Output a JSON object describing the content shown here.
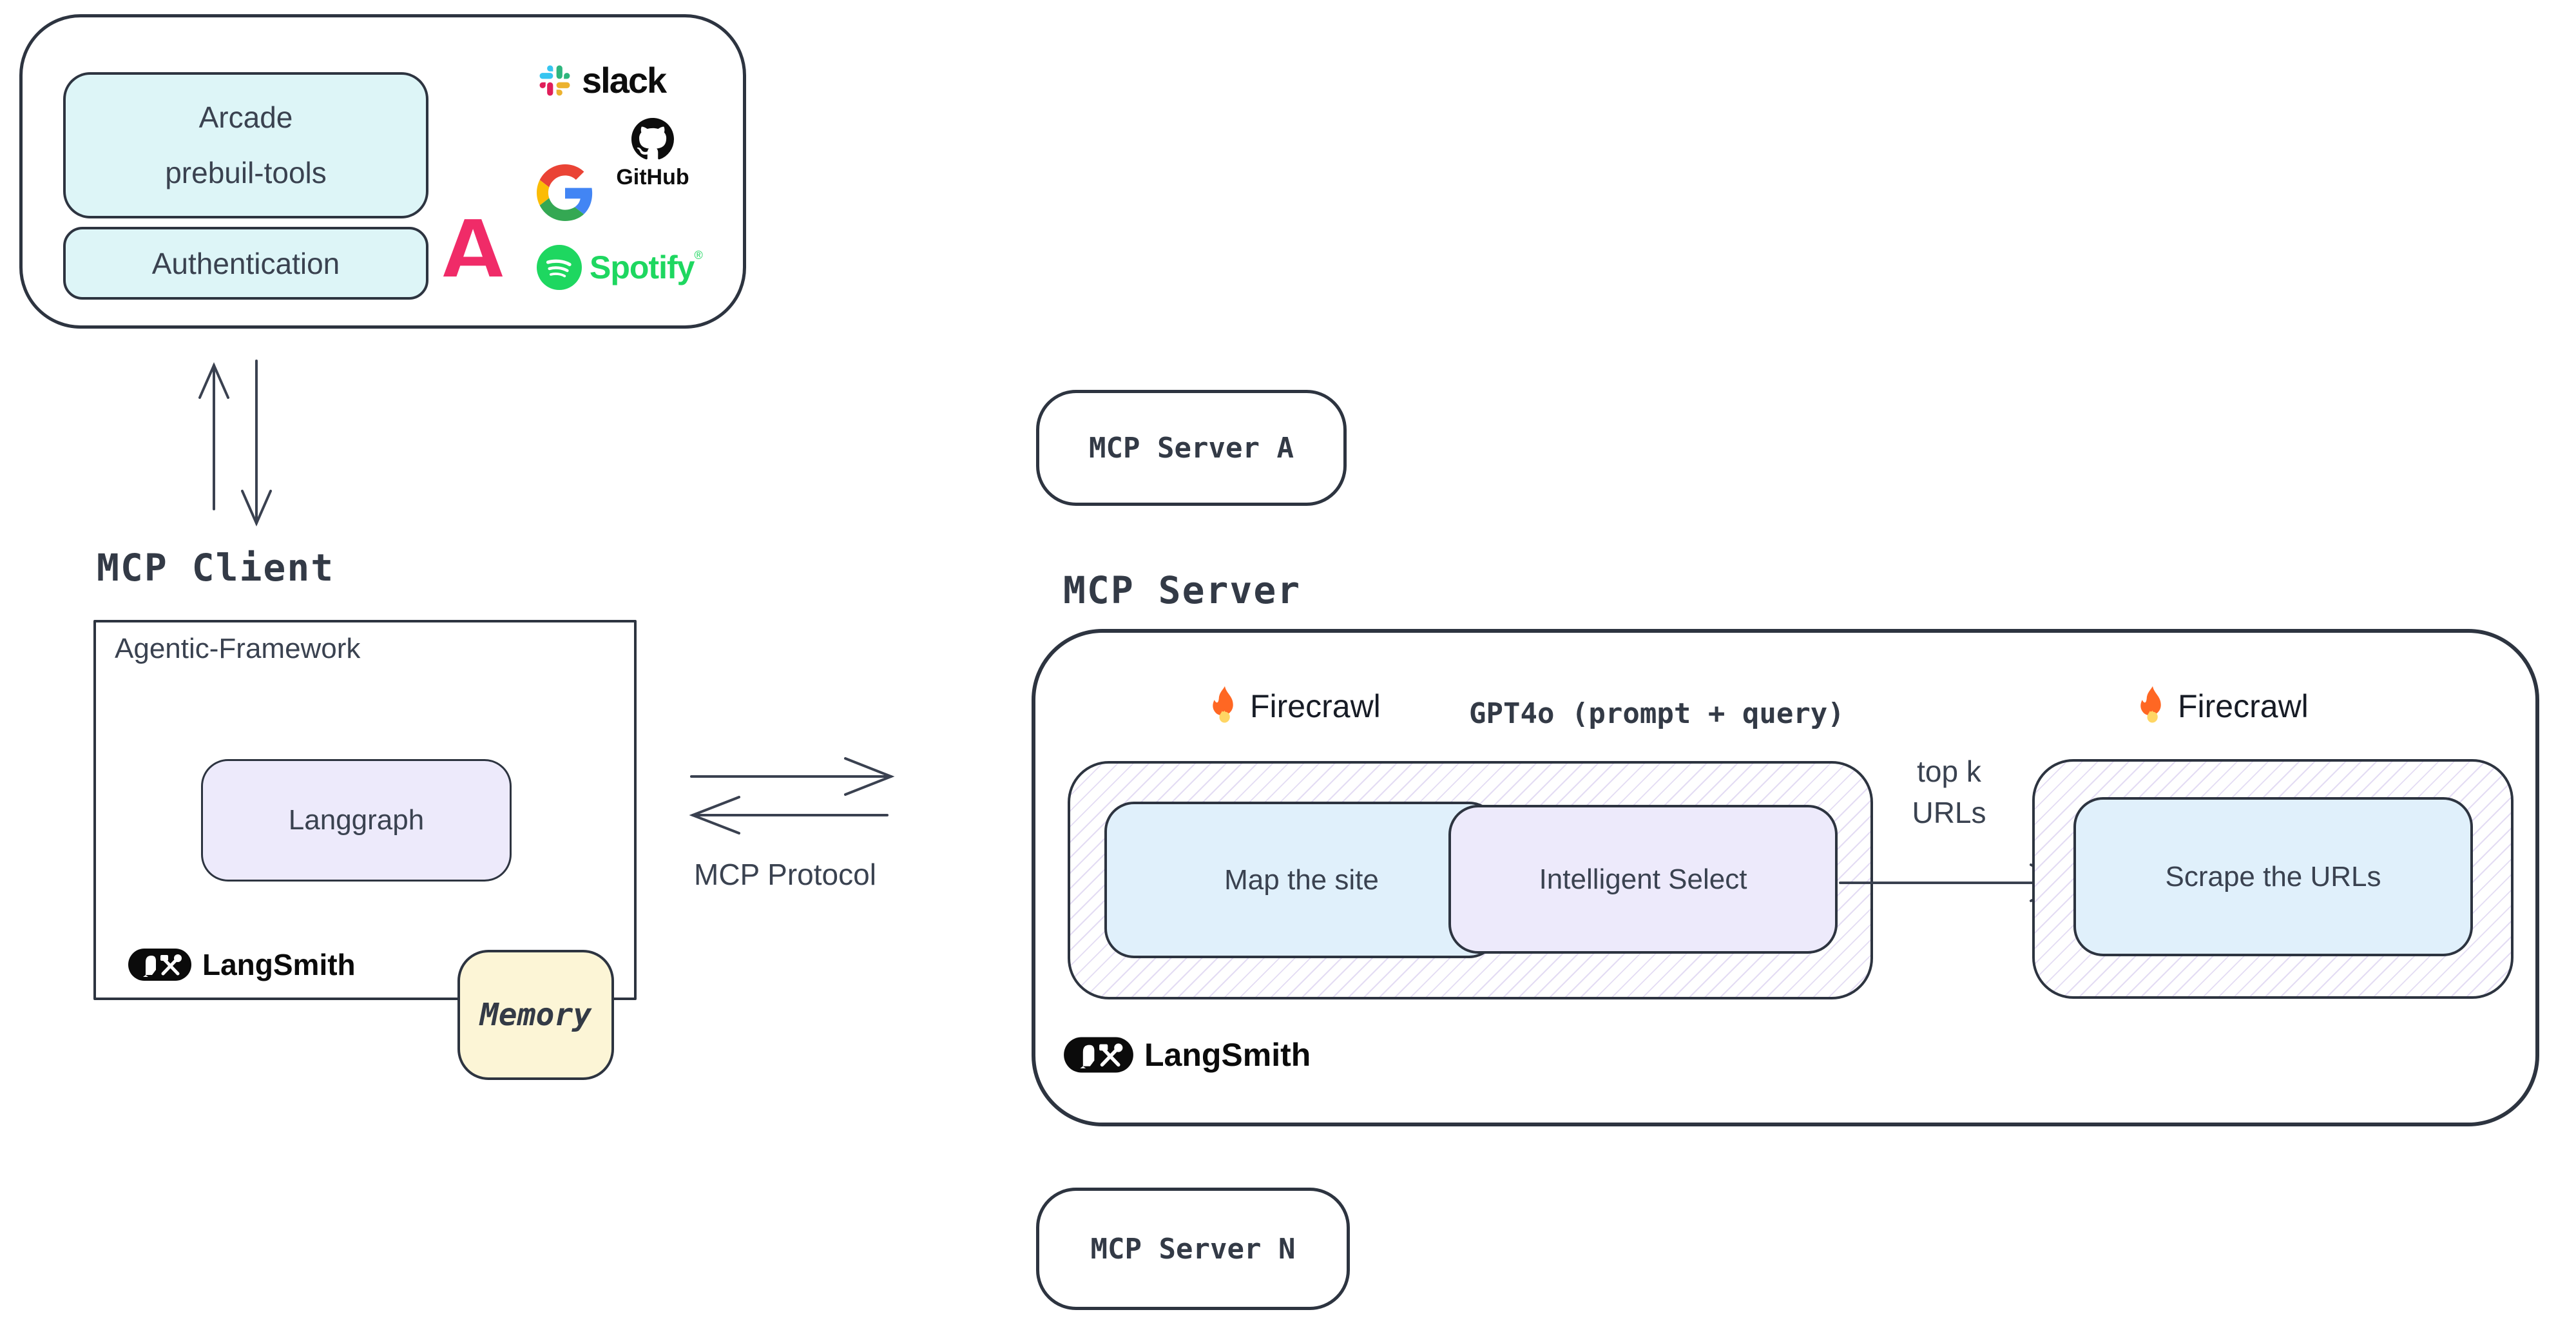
{
  "client_tools": {
    "arcade_line1": "Arcade",
    "arcade_line2": "prebuil-tools",
    "authentication": "Authentication",
    "slack_label": "slack",
    "github_label": "GitHub",
    "spotify_label": "Spotify",
    "spotify_reg": "®"
  },
  "client": {
    "title": "MCP Client",
    "framework_label": "Agentic-Framework",
    "langgraph_label": "Langgraph",
    "langsmith_label": "LangSmith",
    "memory_label": "Memory"
  },
  "protocol": {
    "label": "MCP Protocol"
  },
  "server": {
    "server_a_label": "MCP Server A",
    "server_n_label": "MCP Server N",
    "title": "MCP Server",
    "firecrawl_left_label": "Firecrawl",
    "firecrawl_right_label": "Firecrawl",
    "gpt4o_label": "GPT4o (prompt + query)",
    "map_label": "Map the site",
    "select_label": "Intelligent Select",
    "scrape_label": "Scrape the URLs",
    "topk_line1": "top k",
    "topk_line2": "URLs",
    "langsmith_label": "LangSmith"
  },
  "colors": {
    "ink": "#3a4150",
    "border": "#2d3440",
    "light_cyan": "#ddf5f7",
    "light_blue": "#e0f0fb",
    "lavender": "#edeafb",
    "cream": "#fcf5d6",
    "spotify_green": "#1ED760",
    "arcade_pink": "#F02B68",
    "slack_blue": "#36C5F0",
    "slack_green": "#2EB67D",
    "slack_red": "#E01E5A",
    "slack_yellow": "#ECB22E",
    "flame_orange": "#FF6723",
    "flame_yellow": "#FFD664"
  }
}
